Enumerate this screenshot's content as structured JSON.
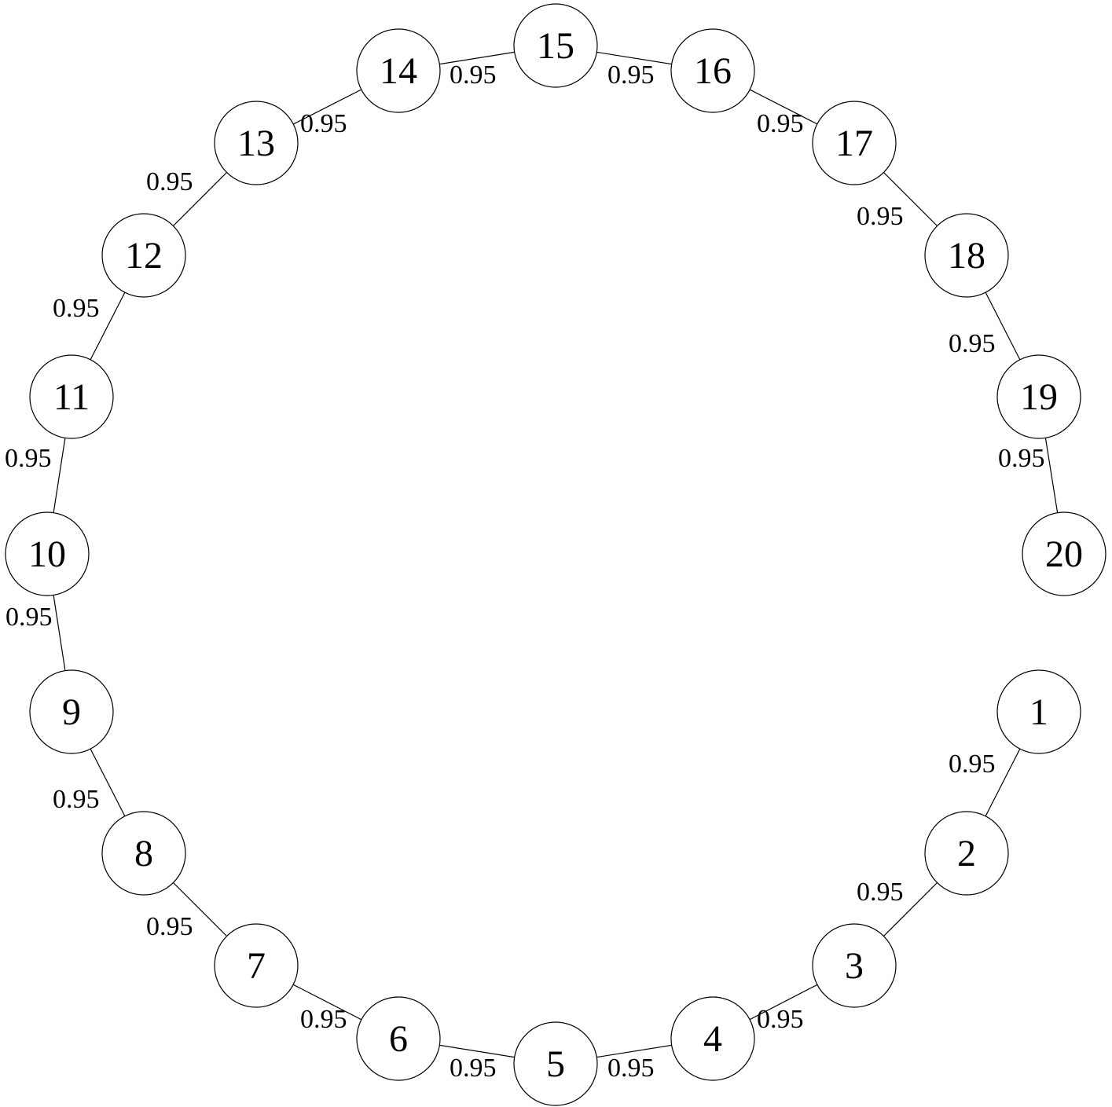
{
  "graph": {
    "nodes": [
      {
        "id": 1,
        "label": "1"
      },
      {
        "id": 2,
        "label": "2"
      },
      {
        "id": 3,
        "label": "3"
      },
      {
        "id": 4,
        "label": "4"
      },
      {
        "id": 5,
        "label": "5"
      },
      {
        "id": 6,
        "label": "6"
      },
      {
        "id": 7,
        "label": "7"
      },
      {
        "id": 8,
        "label": "8"
      },
      {
        "id": 9,
        "label": "9"
      },
      {
        "id": 10,
        "label": "10"
      },
      {
        "id": 11,
        "label": "11"
      },
      {
        "id": 12,
        "label": "12"
      },
      {
        "id": 13,
        "label": "13"
      },
      {
        "id": 14,
        "label": "14"
      },
      {
        "id": 15,
        "label": "15"
      },
      {
        "id": 16,
        "label": "16"
      },
      {
        "id": 17,
        "label": "17"
      },
      {
        "id": 18,
        "label": "18"
      },
      {
        "id": 19,
        "label": "19"
      },
      {
        "id": 20,
        "label": "20"
      }
    ],
    "edges": [
      {
        "from": 1,
        "to": 2,
        "label": "0.95"
      },
      {
        "from": 2,
        "to": 3,
        "label": "0.95"
      },
      {
        "from": 3,
        "to": 4,
        "label": "0.95"
      },
      {
        "from": 4,
        "to": 5,
        "label": "0.95"
      },
      {
        "from": 5,
        "to": 6,
        "label": "0.95"
      },
      {
        "from": 6,
        "to": 7,
        "label": "0.95"
      },
      {
        "from": 7,
        "to": 8,
        "label": "0.95"
      },
      {
        "from": 8,
        "to": 9,
        "label": "0.95"
      },
      {
        "from": 9,
        "to": 10,
        "label": "0.95"
      },
      {
        "from": 10,
        "to": 11,
        "label": "0.95"
      },
      {
        "from": 11,
        "to": 12,
        "label": "0.95"
      },
      {
        "from": 12,
        "to": 13,
        "label": "0.95"
      },
      {
        "from": 13,
        "to": 14,
        "label": "0.95"
      },
      {
        "from": 14,
        "to": 15,
        "label": "0.95"
      },
      {
        "from": 15,
        "to": 16,
        "label": "0.95"
      },
      {
        "from": 16,
        "to": 17,
        "label": "0.95"
      },
      {
        "from": 17,
        "to": 18,
        "label": "0.95"
      },
      {
        "from": 18,
        "to": 19,
        "label": "0.95"
      },
      {
        "from": 19,
        "to": 20,
        "label": "0.95"
      }
    ]
  }
}
